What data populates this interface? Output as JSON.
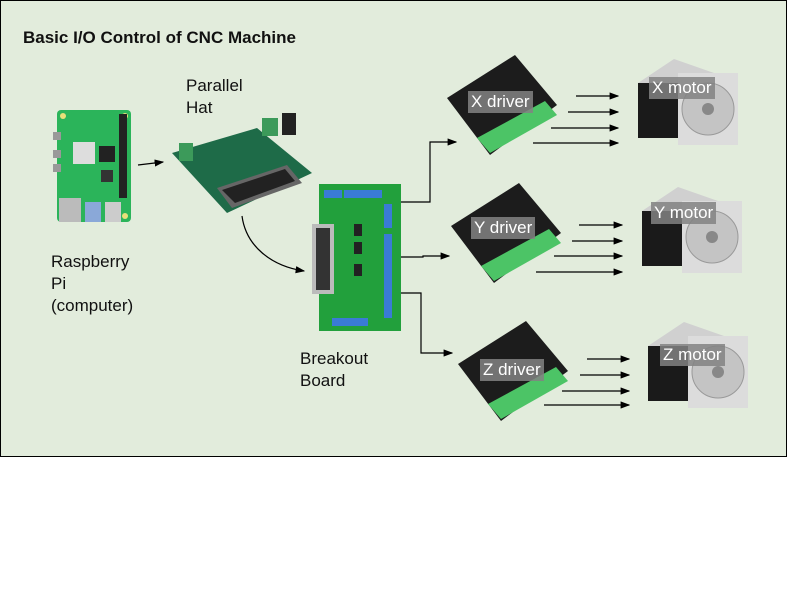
{
  "title": "Basic I/O Control of CNC Machine",
  "components": {
    "raspberry_pi": {
      "label_lines": [
        "Raspberry",
        "Pi",
        "(computer)"
      ]
    },
    "parallel_hat": {
      "label_lines": [
        "Parallel",
        "Hat"
      ]
    },
    "breakout_board": {
      "label_lines": [
        "Breakout",
        "Board"
      ]
    }
  },
  "drivers": [
    {
      "label": "X driver"
    },
    {
      "label": "Y driver"
    },
    {
      "label": "Z driver"
    }
  ],
  "motors": [
    {
      "label": "X motor"
    },
    {
      "label": "Y motor"
    },
    {
      "label": "Z motor"
    }
  ],
  "colors": {
    "background": "#e2ecdc",
    "pcb_green": "#1f9a3c",
    "driver_black": "#1c1c1c",
    "terminal_green": "#4cc466",
    "motor_silver": "#d8d8d8"
  }
}
